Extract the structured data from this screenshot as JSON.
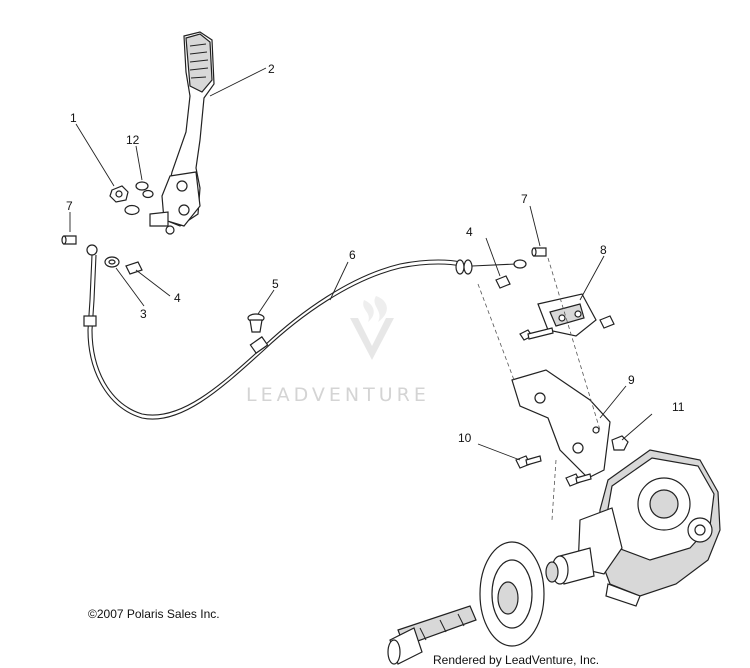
{
  "callouts": {
    "c1": "1",
    "c2": "2",
    "c3": "3",
    "c4a": "4",
    "c4b": "4",
    "c5": "5",
    "c6": "6",
    "c7a": "7",
    "c7b": "7",
    "c8": "8",
    "c9": "9",
    "c10": "10",
    "c11": "11",
    "c12": "12"
  },
  "watermark": {
    "text": "LEADVENTURE",
    "logo_icon": "leadventure-logo-icon"
  },
  "footer": {
    "copyright": "©2007 Polaris Sales Inc.",
    "rendered_by": "Rendered by LeadVenture, Inc."
  }
}
